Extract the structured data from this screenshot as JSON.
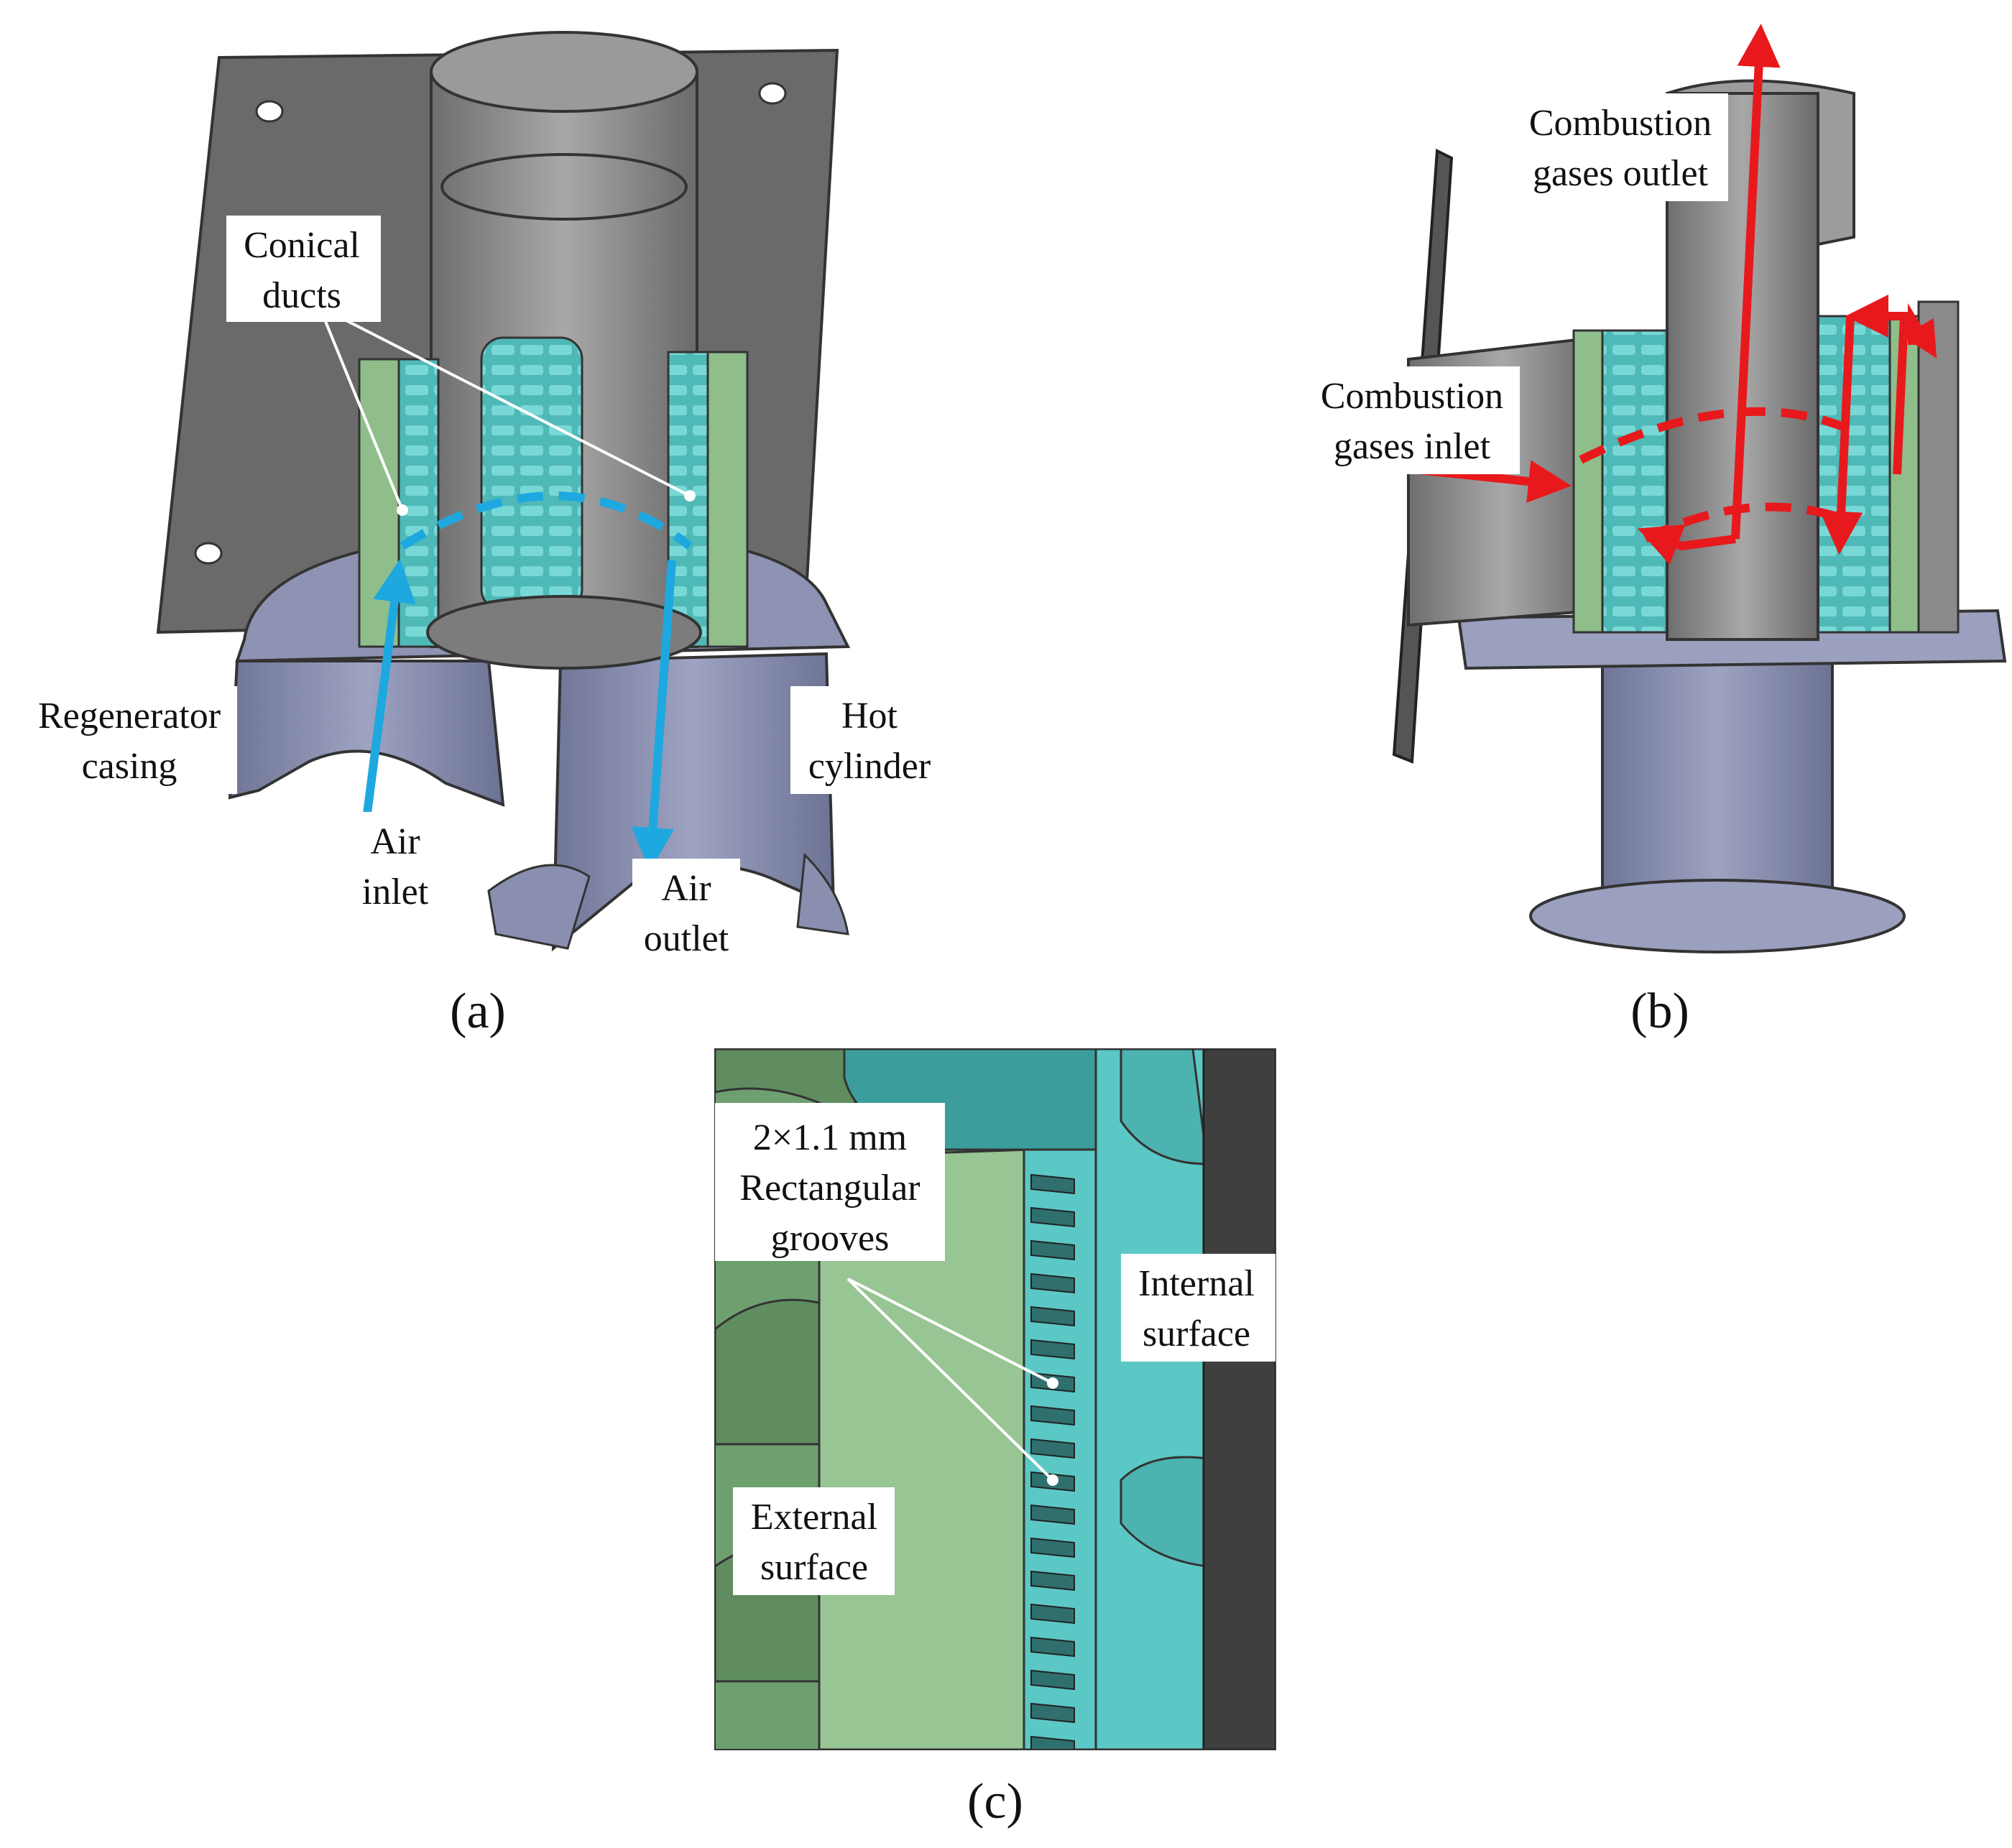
{
  "panels": {
    "a": {
      "label": "(a)",
      "callouts": {
        "conical_ducts": [
          "Conical",
          "ducts"
        ],
        "regenerator_casing": [
          "Regenerator",
          "casing"
        ],
        "hot_cylinder": [
          "Hot",
          "cylinder"
        ],
        "air_inlet": [
          "Air",
          "inlet"
        ],
        "air_outlet": [
          "Air",
          "outlet"
        ]
      },
      "flow_color": "#1ea8e0"
    },
    "b": {
      "label": "(b)",
      "callouts": {
        "gases_outlet": [
          "Combustion",
          "gases outlet"
        ],
        "gases_inlet": [
          "Combustion",
          "gases inlet"
        ]
      },
      "flow_color": "#e8191c"
    },
    "c": {
      "label": "(c)",
      "callouts": {
        "grooves": [
          "2×1.1 mm",
          "Rectangular",
          "grooves"
        ],
        "internal_surface": [
          "Internal",
          "surface"
        ],
        "external_surface": [
          "External",
          "surface"
        ]
      }
    }
  },
  "colors": {
    "steel_dark": "#5f5f5f",
    "steel_mid": "#8c8c8c",
    "steel_light": "#b8b8b8",
    "casing_blue": "#8a8fb0",
    "green_dark": "#6f9a6f",
    "green_light": "#97c594",
    "teal": "#5bc8c6",
    "teal_dark": "#3a9e9e"
  }
}
